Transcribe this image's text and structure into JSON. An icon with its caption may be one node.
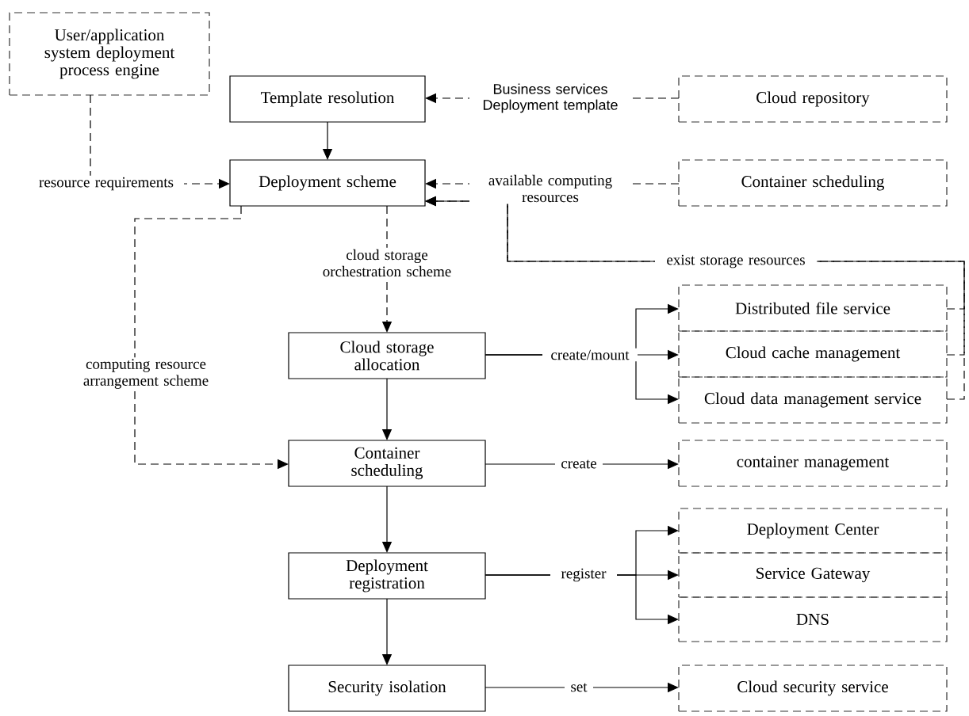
{
  "diagram": {
    "nodes": [
      {
        "text": [
          "User/application system deployment process engine"
        ]
      },
      {
        "text": [
          "Template resolution"
        ]
      },
      {
        "text": [
          "Cloud repository"
        ]
      },
      {
        "text": [
          "Deployment scheme"
        ]
      },
      {
        "text": [
          "Container scheduling"
        ]
      },
      {
        "text": [
          "Cloud storage allocation"
        ]
      },
      {
        "text": [
          "Distributed file service"
        ]
      },
      {
        "text": [
          "Cloud cache management"
        ]
      },
      {
        "text": [
          "Cloud data management service"
        ]
      },
      {
        "text": [
          "Container scheduling"
        ]
      },
      {
        "text": [
          "container management"
        ]
      },
      {
        "text": [
          "Deployment registration"
        ]
      },
      {
        "text": [
          "Deployment Center"
        ]
      },
      {
        "text": [
          "Service  Gateway"
        ]
      },
      {
        "text": [
          "DNS"
        ]
      },
      {
        "text": [
          "Security isolation"
        ]
      },
      {
        "text": [
          "Cloud security service"
        ]
      }
    ],
    "edges": [
      {
        "from": 2,
        "to": 1,
        "arrow": "to",
        "style": "dashed",
        "label": "Business services Deployment template"
      },
      {
        "from": 1,
        "to": 3,
        "arrow": "to"
      },
      {
        "from": 0,
        "to": 3,
        "arrow": "to",
        "style": "dashed",
        "label": "resource requirements"
      },
      {
        "from": 4,
        "to": 3,
        "arrow": "to",
        "style": "dashed",
        "label": "available computing resources"
      },
      {
        "from": 6,
        "to": 3,
        "arrow": "to",
        "style": "dashed",
        "label": "exist storage resources"
      },
      {
        "from": 7,
        "to": 3,
        "arrow": "to",
        "style": "dashed"
      },
      {
        "from": 8,
        "to": 3,
        "arrow": "to",
        "style": "dashed"
      },
      {
        "from": 3,
        "to": 5,
        "arrow": "to",
        "style": "dashed",
        "label": "cloud storage orchestration scheme"
      },
      {
        "from": 3,
        "to": 9,
        "arrow": "to",
        "style": "dashed",
        "label": "computing resource arrangement scheme"
      },
      {
        "from": 5,
        "to": 6,
        "arrow": "to"
      },
      {
        "from": 5,
        "to": 7,
        "arrow": "to",
        "label": "create/mount"
      },
      {
        "from": 5,
        "to": 8,
        "arrow": "to"
      },
      {
        "from": 5,
        "to": 9,
        "arrow": "to"
      },
      {
        "from": 9,
        "to": 10,
        "arrow": "to",
        "label": "create"
      },
      {
        "from": 9,
        "to": 11,
        "arrow": "to"
      },
      {
        "from": 11,
        "to": 12,
        "arrow": "to"
      },
      {
        "from": 11,
        "to": 13,
        "arrow": "to",
        "label": "register"
      },
      {
        "from": 11,
        "to": 14,
        "arrow": "to"
      },
      {
        "from": 11,
        "to": 15,
        "arrow": "to"
      },
      {
        "from": 15,
        "to": 16,
        "arrow": "to",
        "label": "set"
      }
    ]
  }
}
